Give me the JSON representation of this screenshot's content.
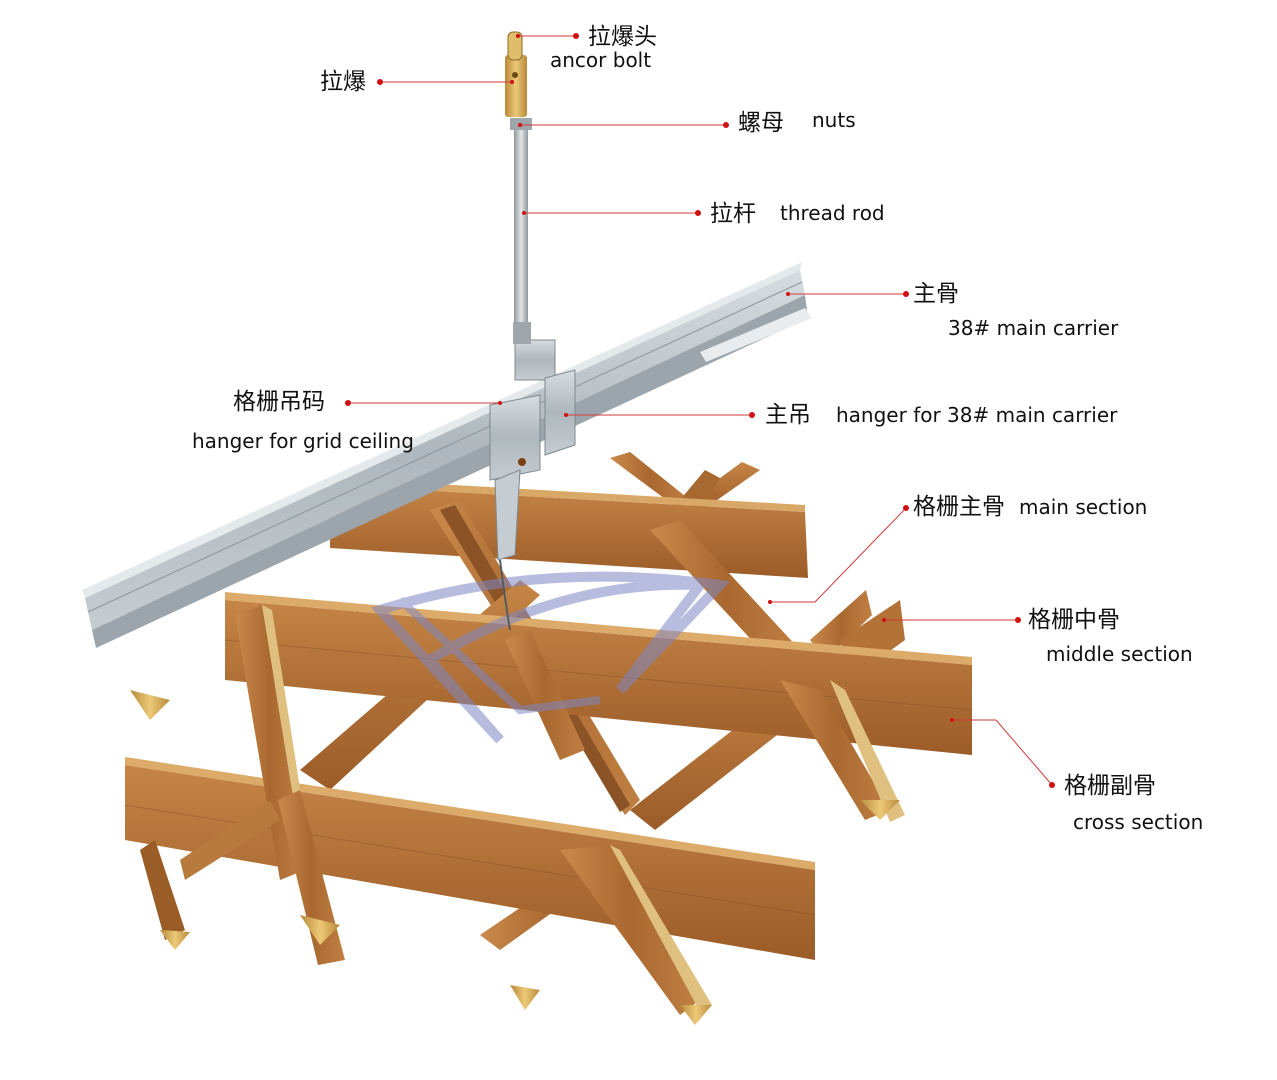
{
  "colors": {
    "leader": "#d23b3b",
    "dot": "#d01010",
    "text": "#111111",
    "steel": "#b9c2c8",
    "steel_dark": "#8d979e",
    "wood": "#b3733c",
    "wood_dark": "#7e4a22",
    "wood_light": "#cf965a",
    "gold": "#d9b25c",
    "watermark": "#7e86c4"
  },
  "callouts": {
    "anchor_head": {
      "zh": "拉爆头",
      "en": "ancor bolt"
    },
    "anchor": {
      "zh": "拉爆"
    },
    "nuts": {
      "zh": "螺母",
      "en": "nuts"
    },
    "thread_rod": {
      "zh": "拉杆",
      "en": "thread rod"
    },
    "main_carrier": {
      "zh": "主骨",
      "en": "38# main carrier"
    },
    "grid_hanger": {
      "zh": "格栅吊码",
      "en": "hanger for grid ceiling"
    },
    "main_hanger": {
      "zh": "主吊",
      "en": "hanger for 38# main carrier"
    },
    "main_section": {
      "zh": "格栅主骨",
      "en": "main section"
    },
    "middle_section": {
      "zh": "格栅中骨",
      "en": "middle section"
    },
    "cross_section": {
      "zh": "格栅副骨",
      "en": "cross section"
    }
  }
}
